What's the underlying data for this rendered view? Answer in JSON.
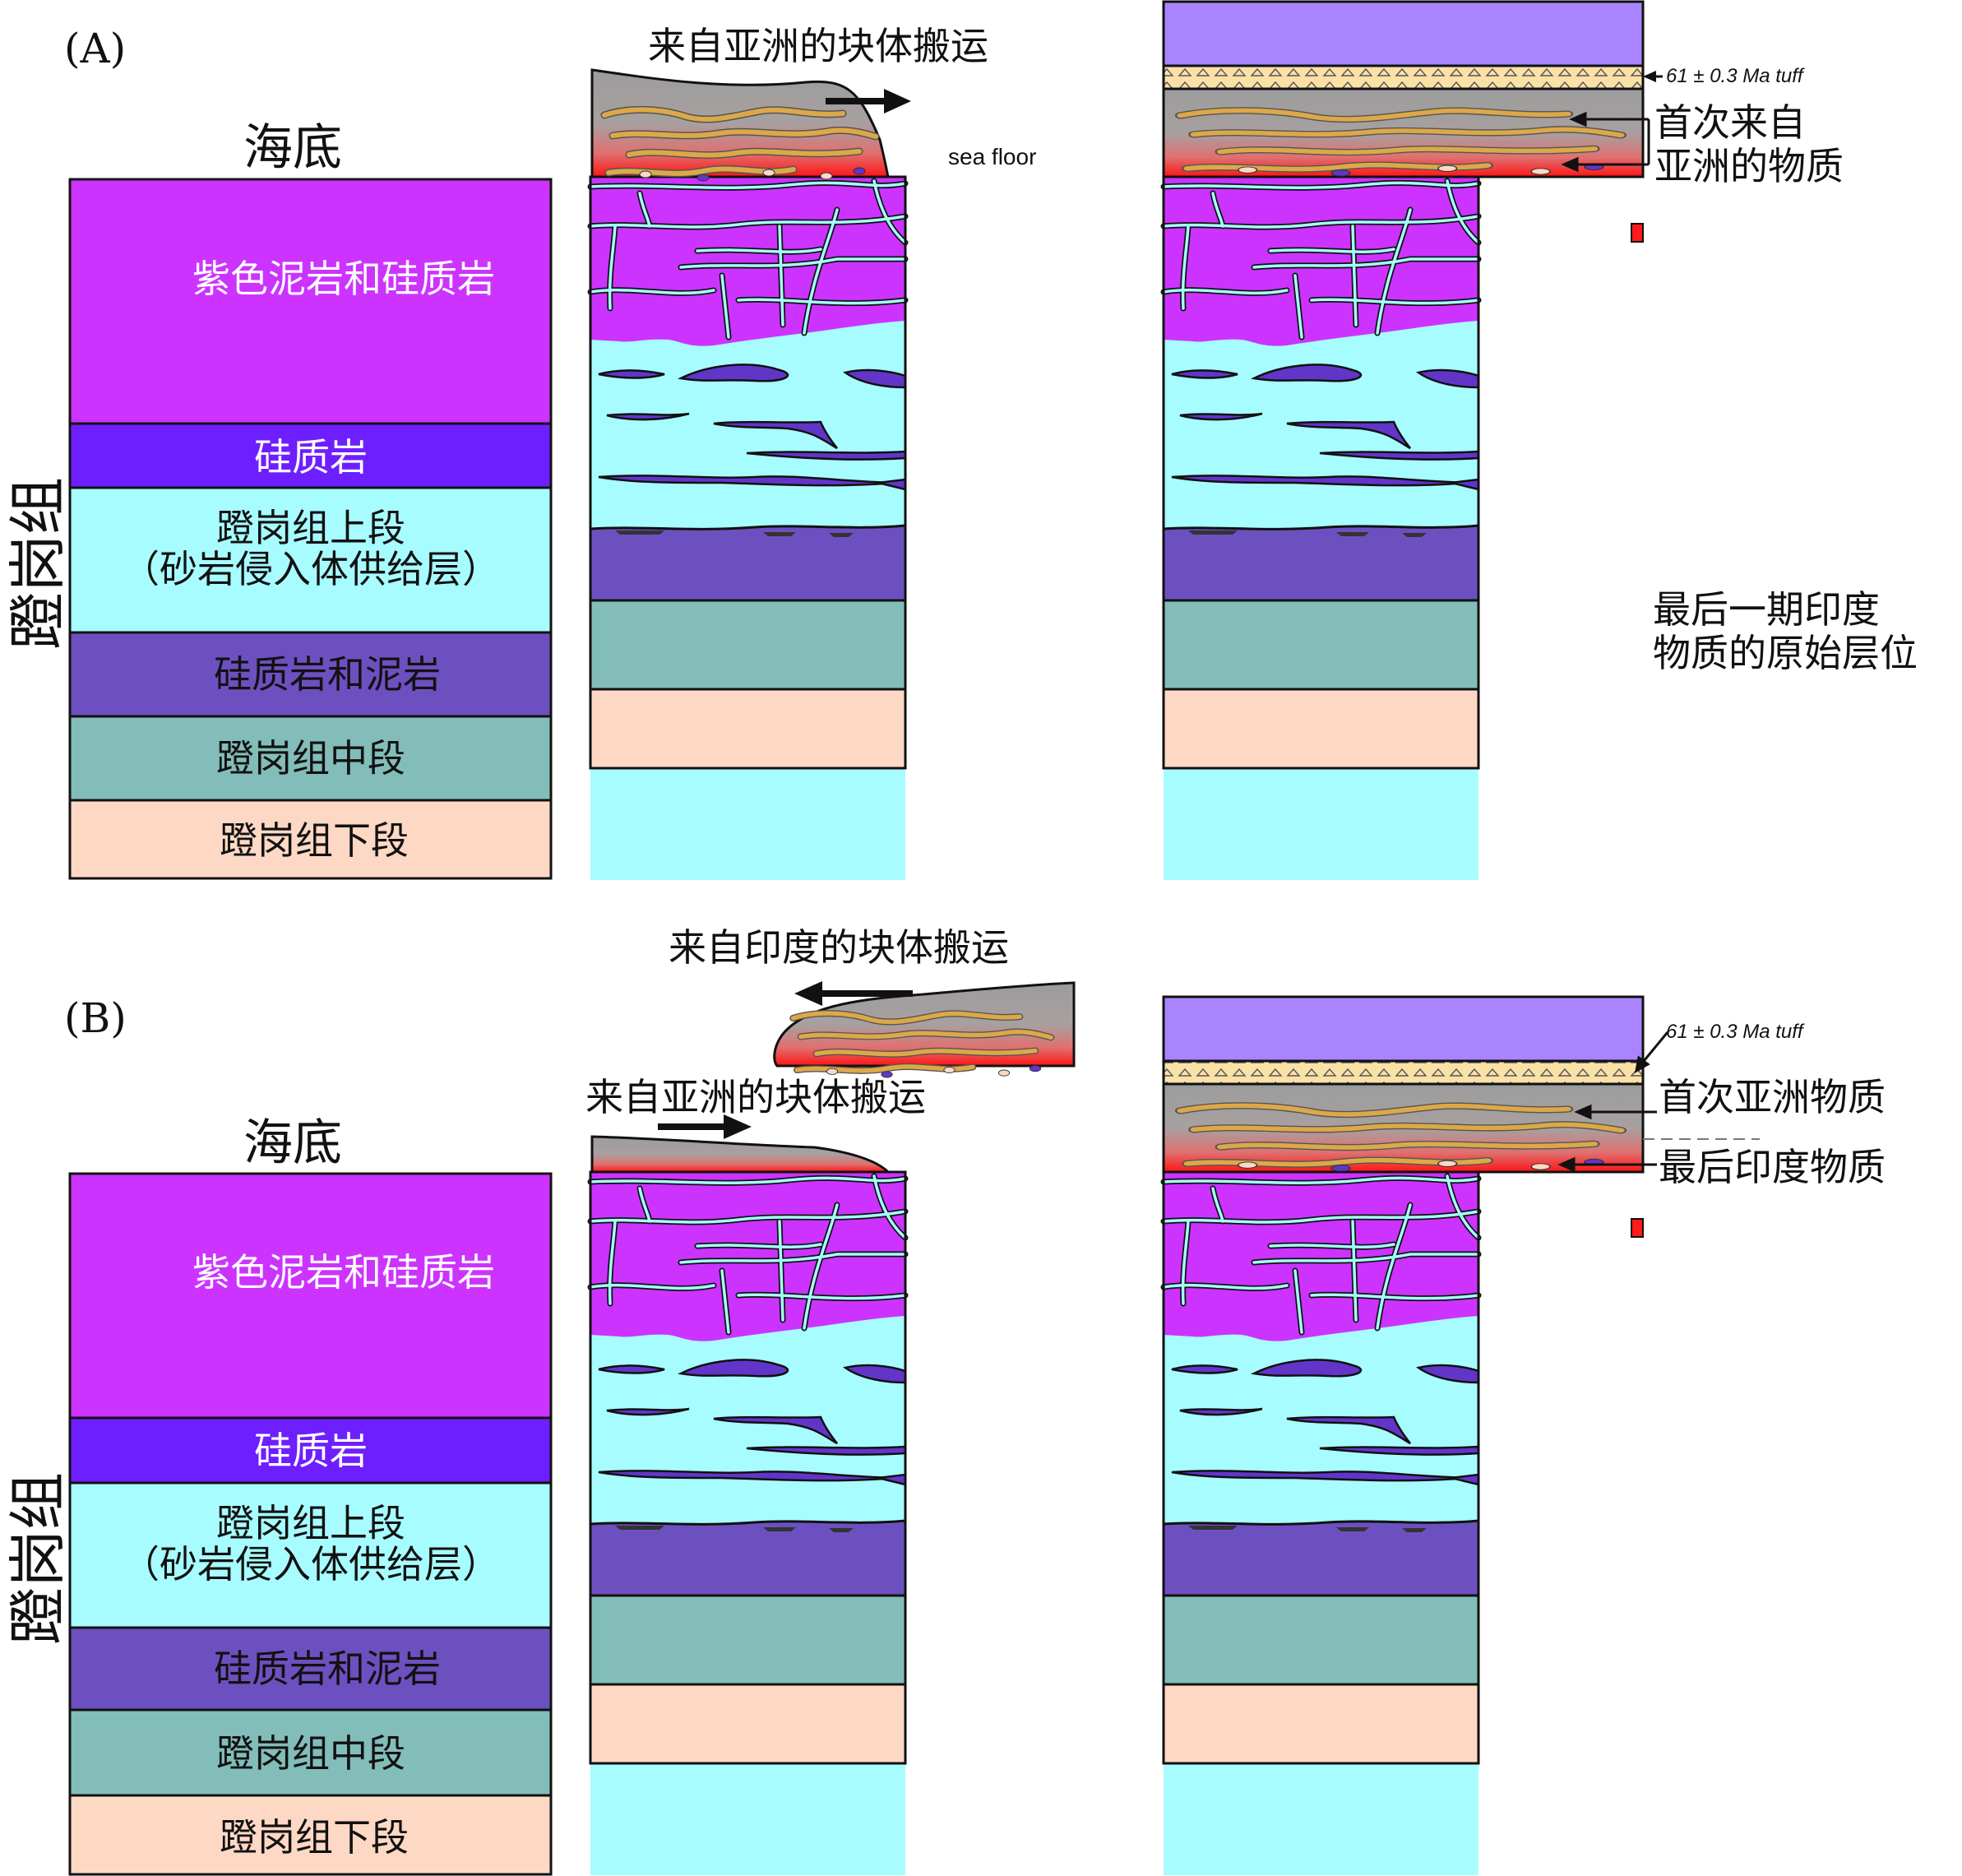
{
  "colors": {
    "purple_mudstone": "#cc33ff",
    "chert": "#6e1fff",
    "upper_member": "#a7fcff",
    "chert_mudstone": "#6d50c0",
    "middle_member": "#82bdb9",
    "lower_member": "#fdd9c5",
    "overlying": "#a884ff",
    "tuff": "#fbe1a7",
    "melange_grey": "#a0a0a0",
    "melange_red": "#ff1b1b",
    "ochre": "#dca848",
    "dike": "#6235c9"
  },
  "panel_a": {
    "label": "(A)",
    "seafloor": "海底",
    "group_name": "蹬岗组",
    "units": [
      "紫色泥岩和硅质岩",
      "硅质岩",
      "蹬岗组上段",
      "（砂岩侵入体供给层）",
      "硅质岩和泥岩",
      "蹬岗组中段",
      "蹬岗组下段"
    ],
    "transport_label": "来自亚洲的块体搬运",
    "sea_floor_label": "sea floor",
    "tuff_label": "61 ± 0.3 Ma tuff",
    "first_asian_line1": "首次来自",
    "first_asian_line2": "亚洲的物质",
    "last_indian_line1": "最后一期印度",
    "last_indian_line2": "物质的原始层位"
  },
  "panel_b": {
    "label": "(B)",
    "seafloor": "海底",
    "group_name": "蹬岗组",
    "units": [
      "紫色泥岩和硅质岩",
      "硅质岩",
      "蹬岗组上段",
      "（砂岩侵入体供给层）",
      "硅质岩和泥岩",
      "蹬岗组中段",
      "蹬岗组下段"
    ],
    "india_transport_label": "来自印度的块体搬运",
    "asia_transport_label": "来自亚洲的块体搬运",
    "tuff_label": "61 ± 0.3 Ma tuff",
    "first_asian": "首次亚洲物质",
    "last_indian": "最后印度物质"
  }
}
